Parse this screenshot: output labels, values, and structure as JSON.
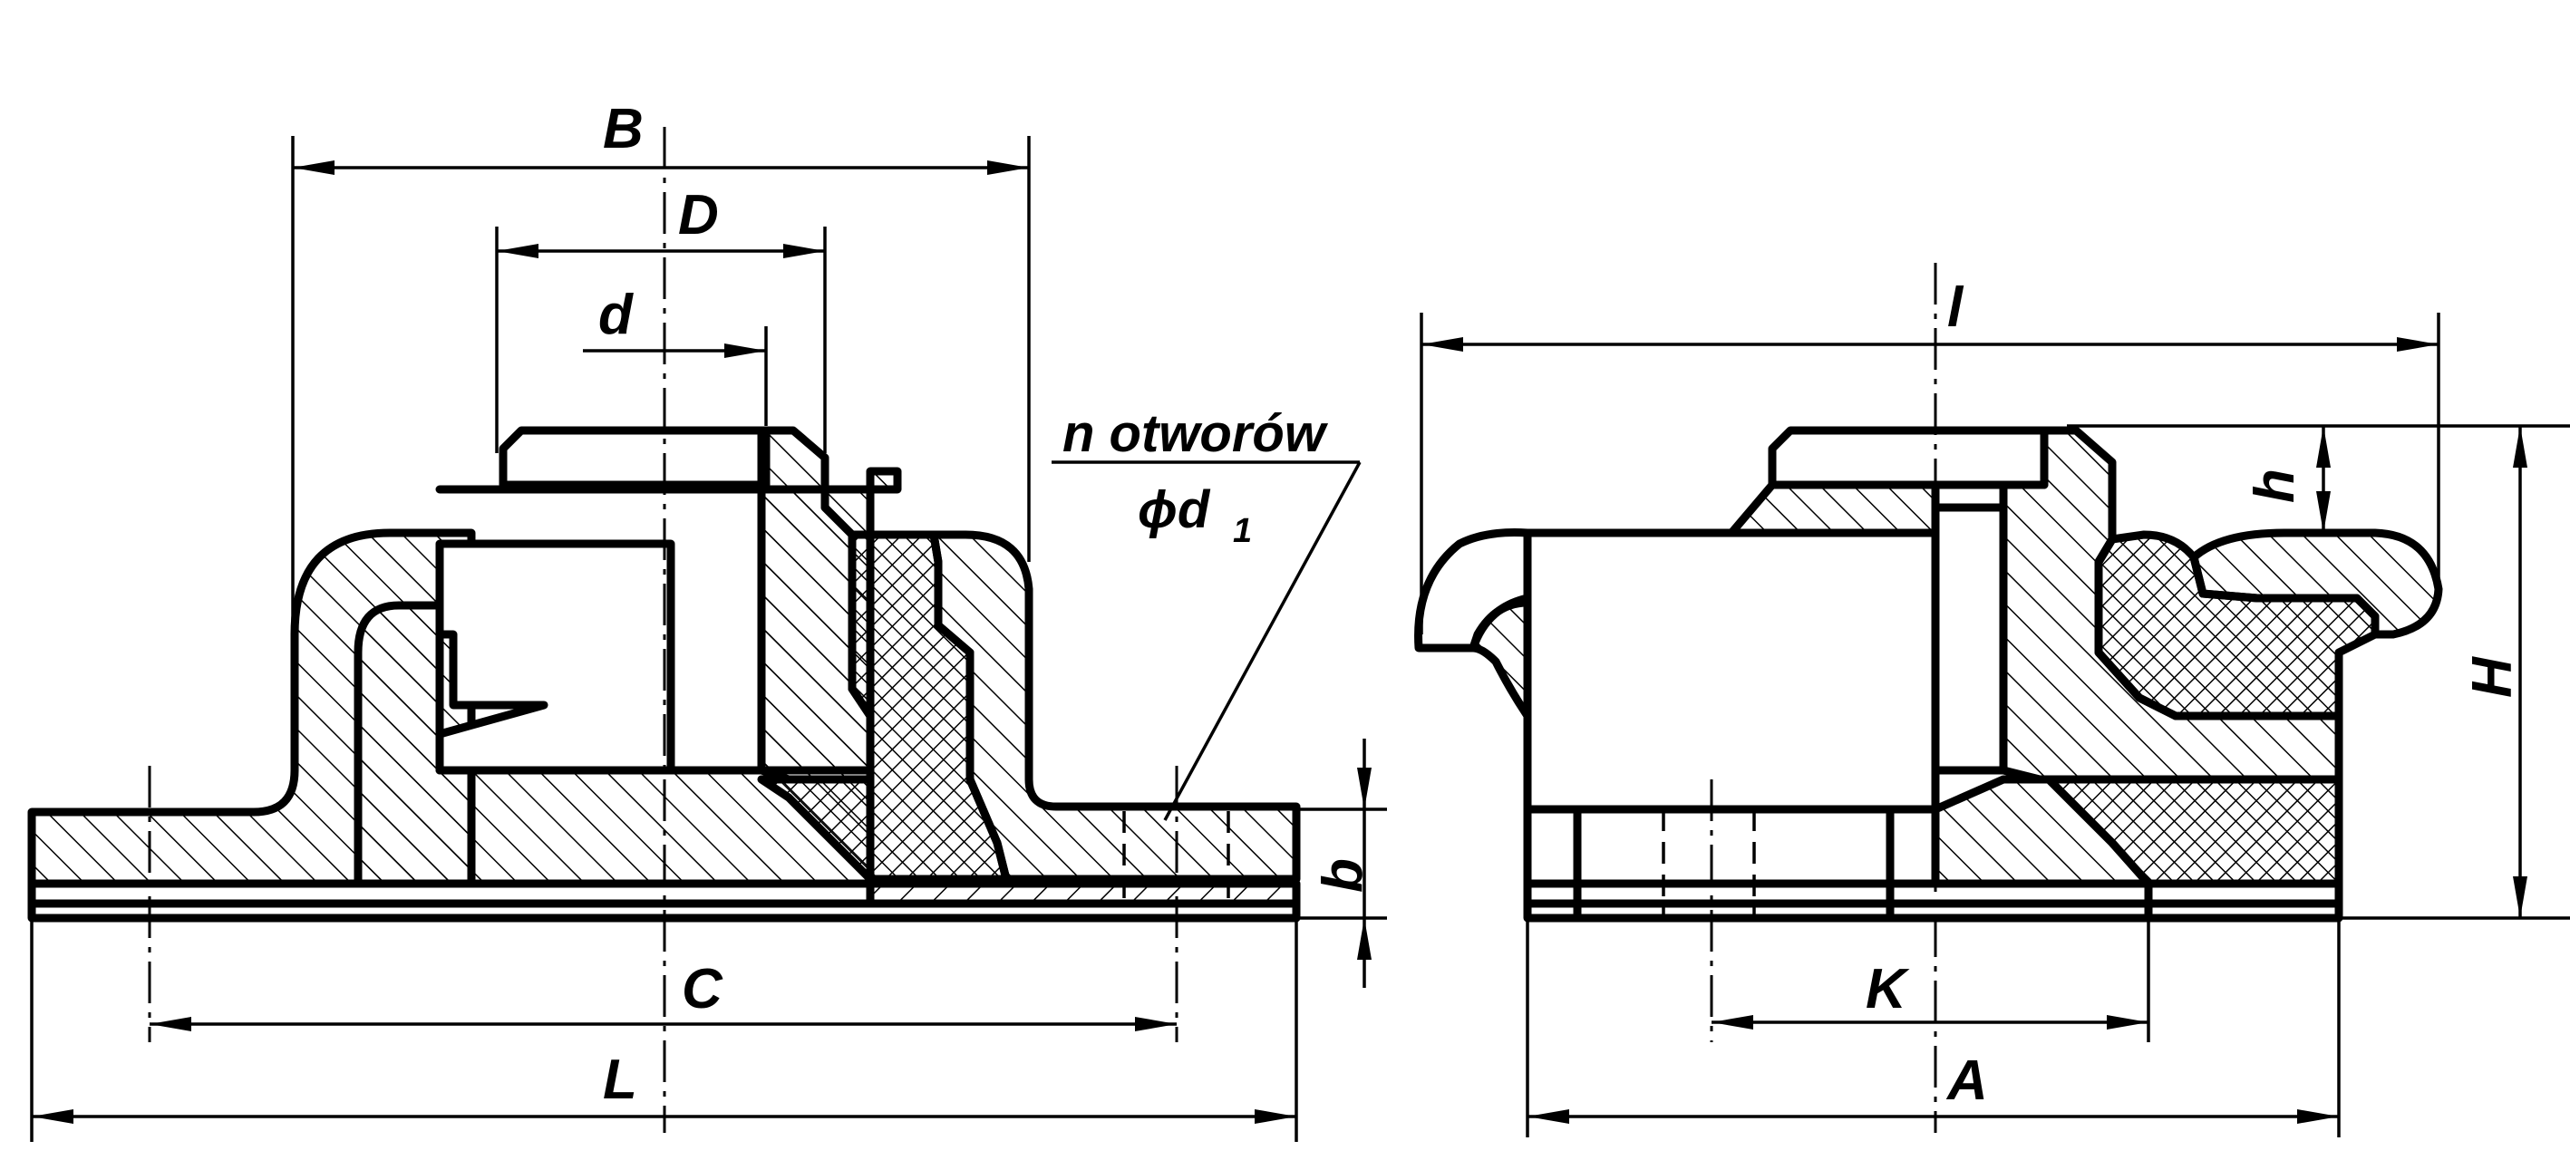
{
  "labels": {
    "B": "B",
    "D": "D",
    "d": "d",
    "C": "C",
    "L": "L",
    "b": "b",
    "l": "l",
    "h": "h",
    "H": "H",
    "K": "K",
    "A": "A"
  },
  "note": {
    "line1": "n otworów",
    "line2": "ϕd",
    "subscript": "1"
  }
}
